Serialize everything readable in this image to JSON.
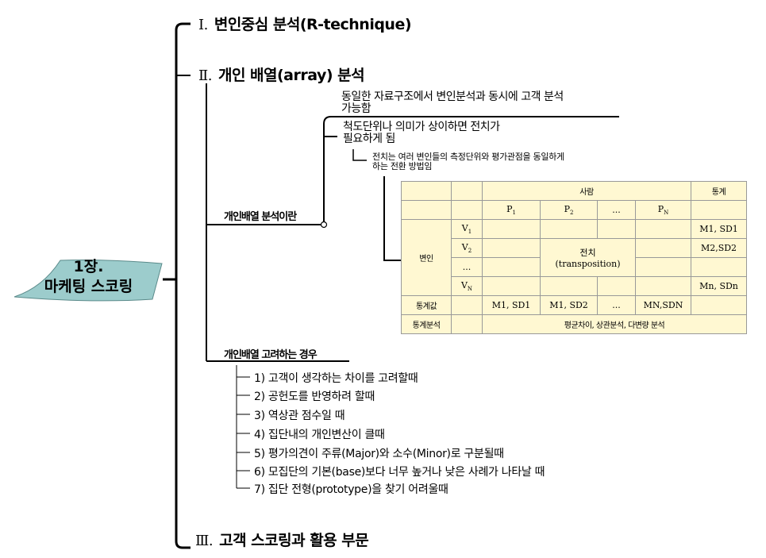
{
  "root": {
    "line1": "1장.",
    "line2": "마케팅 스코링",
    "color": "#9ccccc"
  },
  "sections": [
    {
      "numeral": "Ⅰ.",
      "title": "변인중심 분석(R-technique)"
    },
    {
      "numeral": "Ⅱ.",
      "title": "개인 배열(array) 분석"
    },
    {
      "numeral": "Ⅲ.",
      "title": "고객 스코링과 활용 부문"
    }
  ],
  "array_def": {
    "label": "개인배열 분석이란",
    "note1": [
      "동일한 자료구조에서 변인분석과 동시에 고객 분석",
      "가능함"
    ],
    "note2": [
      "척도단위나 의미가 상이하면 전치가",
      "필요하게 됨"
    ],
    "note3": [
      "전치는 여러 변인들의 측정단위와 평가관점을 동일하게",
      "하는 전환 방법임"
    ]
  },
  "table": {
    "header_person": "사람",
    "header_stat": "통계",
    "persons": [
      {
        "b": "P",
        "s": "1"
      },
      {
        "b": "P",
        "s": "2"
      },
      {
        "b": "...",
        "s": ""
      },
      {
        "b": "P",
        "s": "N"
      }
    ],
    "row_group": "변인",
    "vars": [
      {
        "b": "V",
        "s": "1"
      },
      {
        "b": "V",
        "s": "2"
      },
      {
        "b": "...",
        "s": ""
      },
      {
        "b": "V",
        "s": "N"
      }
    ],
    "var_stats": [
      "M1, SD1",
      "M2,SD2",
      "",
      "Mn, SDn"
    ],
    "transpose1": "전치",
    "transpose2": "(transposition)",
    "stat_row_label": "통계값",
    "stat_row": [
      "M1, SD1",
      "M1, SD2",
      "...",
      "MN,SDN"
    ],
    "analysis_label": "통계분석",
    "analysis": "평균차이, 상관분석, 다변량 분석",
    "bg_color": "#fff8d2"
  },
  "cases": {
    "label": "개인배열 고려하는 경우",
    "items": [
      "1) 고객이 생각하는 차이를 고려할때",
      "2) 공헌도를 반영하려 할때",
      "3) 역상관 점수일 때",
      "4) 집단내의 개인변산이 클때",
      "5) 평가의견이 주류(Major)와 소수(Minor)로 구분될때",
      "6) 모집단의 기본(base)보다 너무 높거나 낮은 사례가 나타날 때",
      "7) 집단 전형(prototype)을 찾기 어려울때"
    ]
  }
}
